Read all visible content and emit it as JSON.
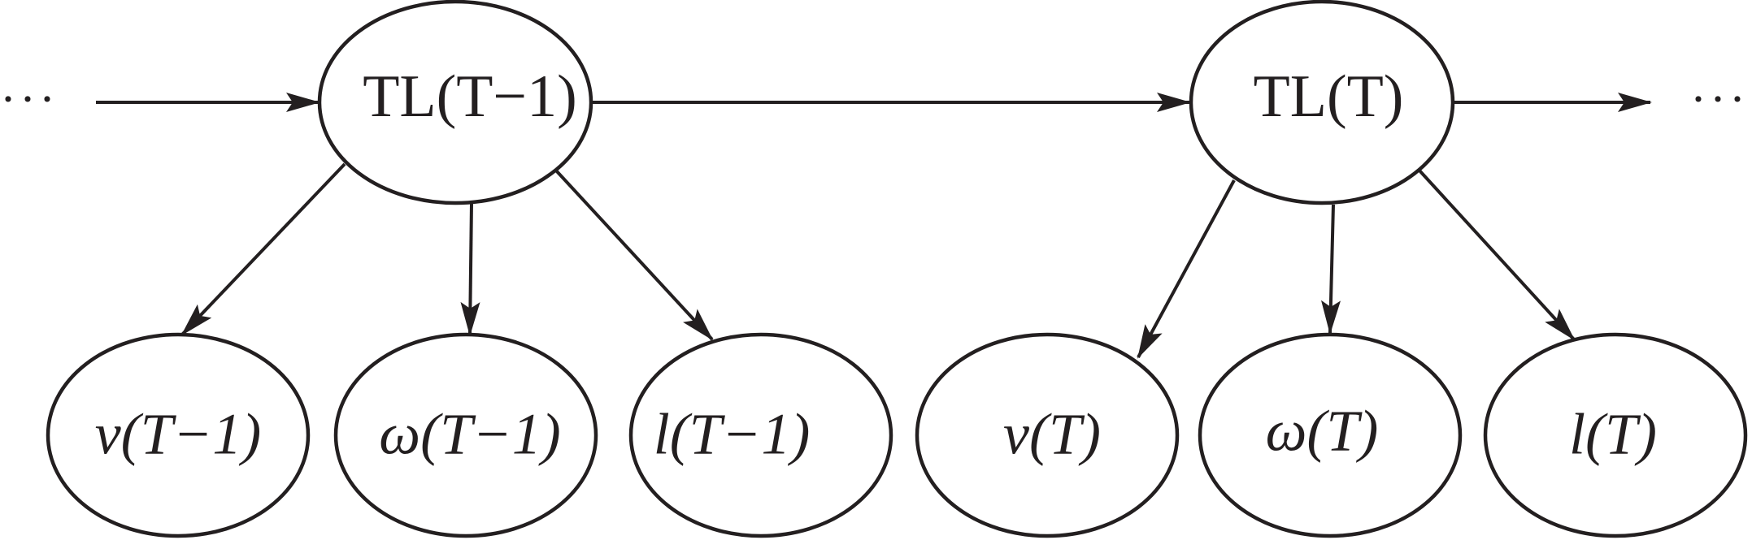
{
  "diagram": {
    "ellipsis_left": "···",
    "ellipsis_right": "···",
    "nodes": {
      "tl_prev": "TL(T−1)",
      "tl_curr": "TL(T)",
      "v_prev": "v(T−1)",
      "omega_prev": "ω(T−1)",
      "l_prev": "l(T−1)",
      "v_curr": "v(T)",
      "omega_curr": "ω(T)",
      "l_curr": "l(T)"
    },
    "colors": {
      "stroke": "#231f20",
      "background": "#ffffff"
    }
  }
}
